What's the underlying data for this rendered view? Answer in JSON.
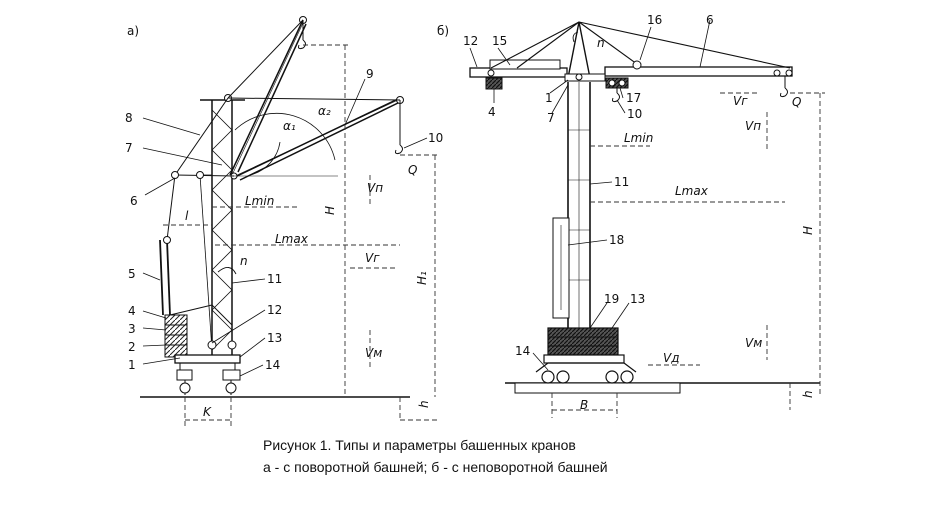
{
  "figure": {
    "panel_a_label": "а)",
    "panel_b_label": "б)",
    "caption_line1": "Рисунок 1. Типы и параметры башенных кранов",
    "caption_line2": "а - с поворотной башней; б - с неповоротной башней"
  },
  "crane_a": {
    "callouts": {
      "n1": "1",
      "n2": "2",
      "n3": "3",
      "n4": "4",
      "n5": "5",
      "n6": "6",
      "n7": "7",
      "n8": "8",
      "n9": "9",
      "n10": "10",
      "n11": "11",
      "n12": "12",
      "n13": "13",
      "n14": "14"
    },
    "dims": {
      "l": "l",
      "lmin": "Lmin",
      "lmax": "Lmax",
      "H": "H",
      "H1": "H₁",
      "h": "h",
      "K": "K",
      "Q": "Q",
      "Vn": "Vп",
      "Vr": "Vг",
      "Vm": "Vм",
      "n": "n",
      "alpha1": "α₁",
      "alpha2": "α₂"
    }
  },
  "crane_b": {
    "callouts": {
      "n1": "1",
      "n4": "4",
      "n6": "6",
      "n7": "7",
      "n10": "10",
      "n11": "11",
      "n12": "12",
      "n13": "13",
      "n14": "14",
      "n15": "15",
      "n16": "16",
      "n17": "17",
      "n18": "18",
      "n19": "19"
    },
    "dims": {
      "lmin": "Lmin",
      "lmax": "Lmax",
      "H": "H",
      "h": "h",
      "B": "B",
      "Q": "Q",
      "Vn": "Vп",
      "Vr": "Vг",
      "Vm": "Vм",
      "Vd": "Vд",
      "n": "n"
    }
  }
}
